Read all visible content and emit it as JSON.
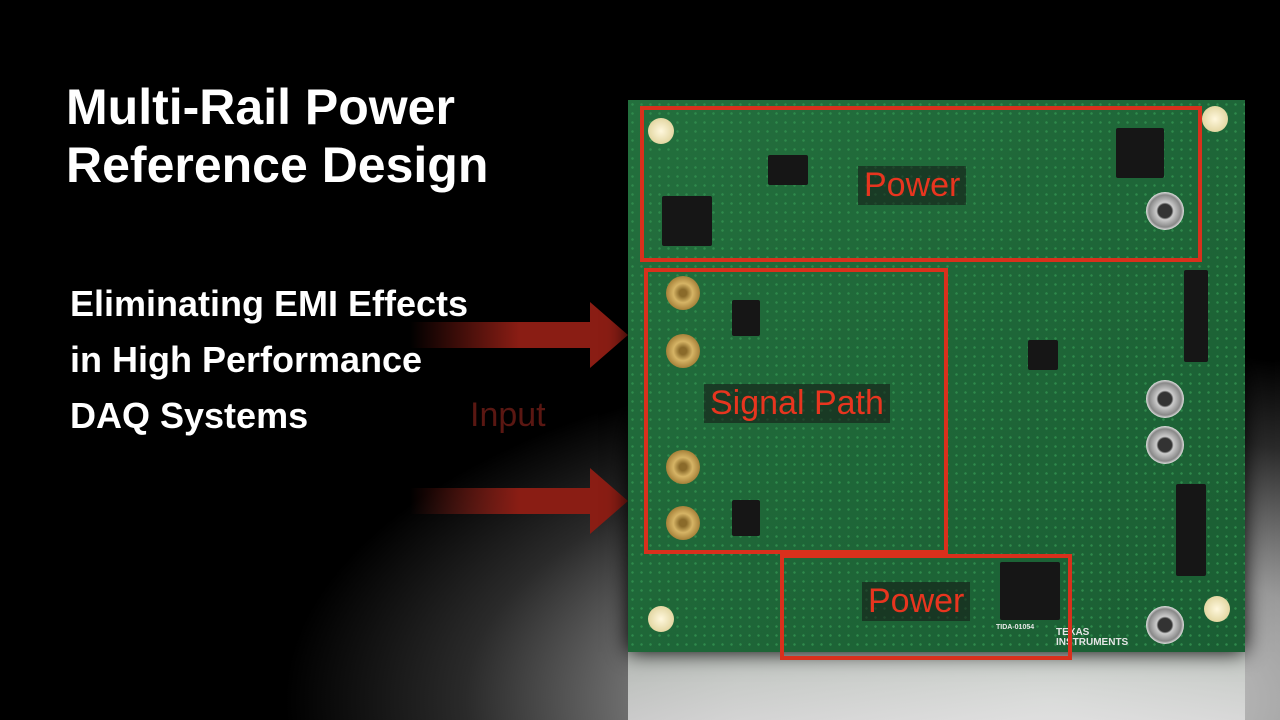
{
  "title": {
    "line1": "Multi-Rail Power",
    "line2": "Reference Design"
  },
  "subtitle": {
    "line1": "Eliminating EMI Effects",
    "line2": "in High Performance",
    "line3": "DAQ Systems"
  },
  "input_label": "Input",
  "regions": {
    "power_top": "Power",
    "signal_path": "Signal Path",
    "power_bottom": "Power"
  },
  "board": {
    "part_number": "TIDA-01054",
    "brand_line1": "TEXAS",
    "brand_line2": "INSTRUMENTS"
  },
  "colors": {
    "highlight": "#d9301c",
    "pcb": "#1f6b3a"
  }
}
